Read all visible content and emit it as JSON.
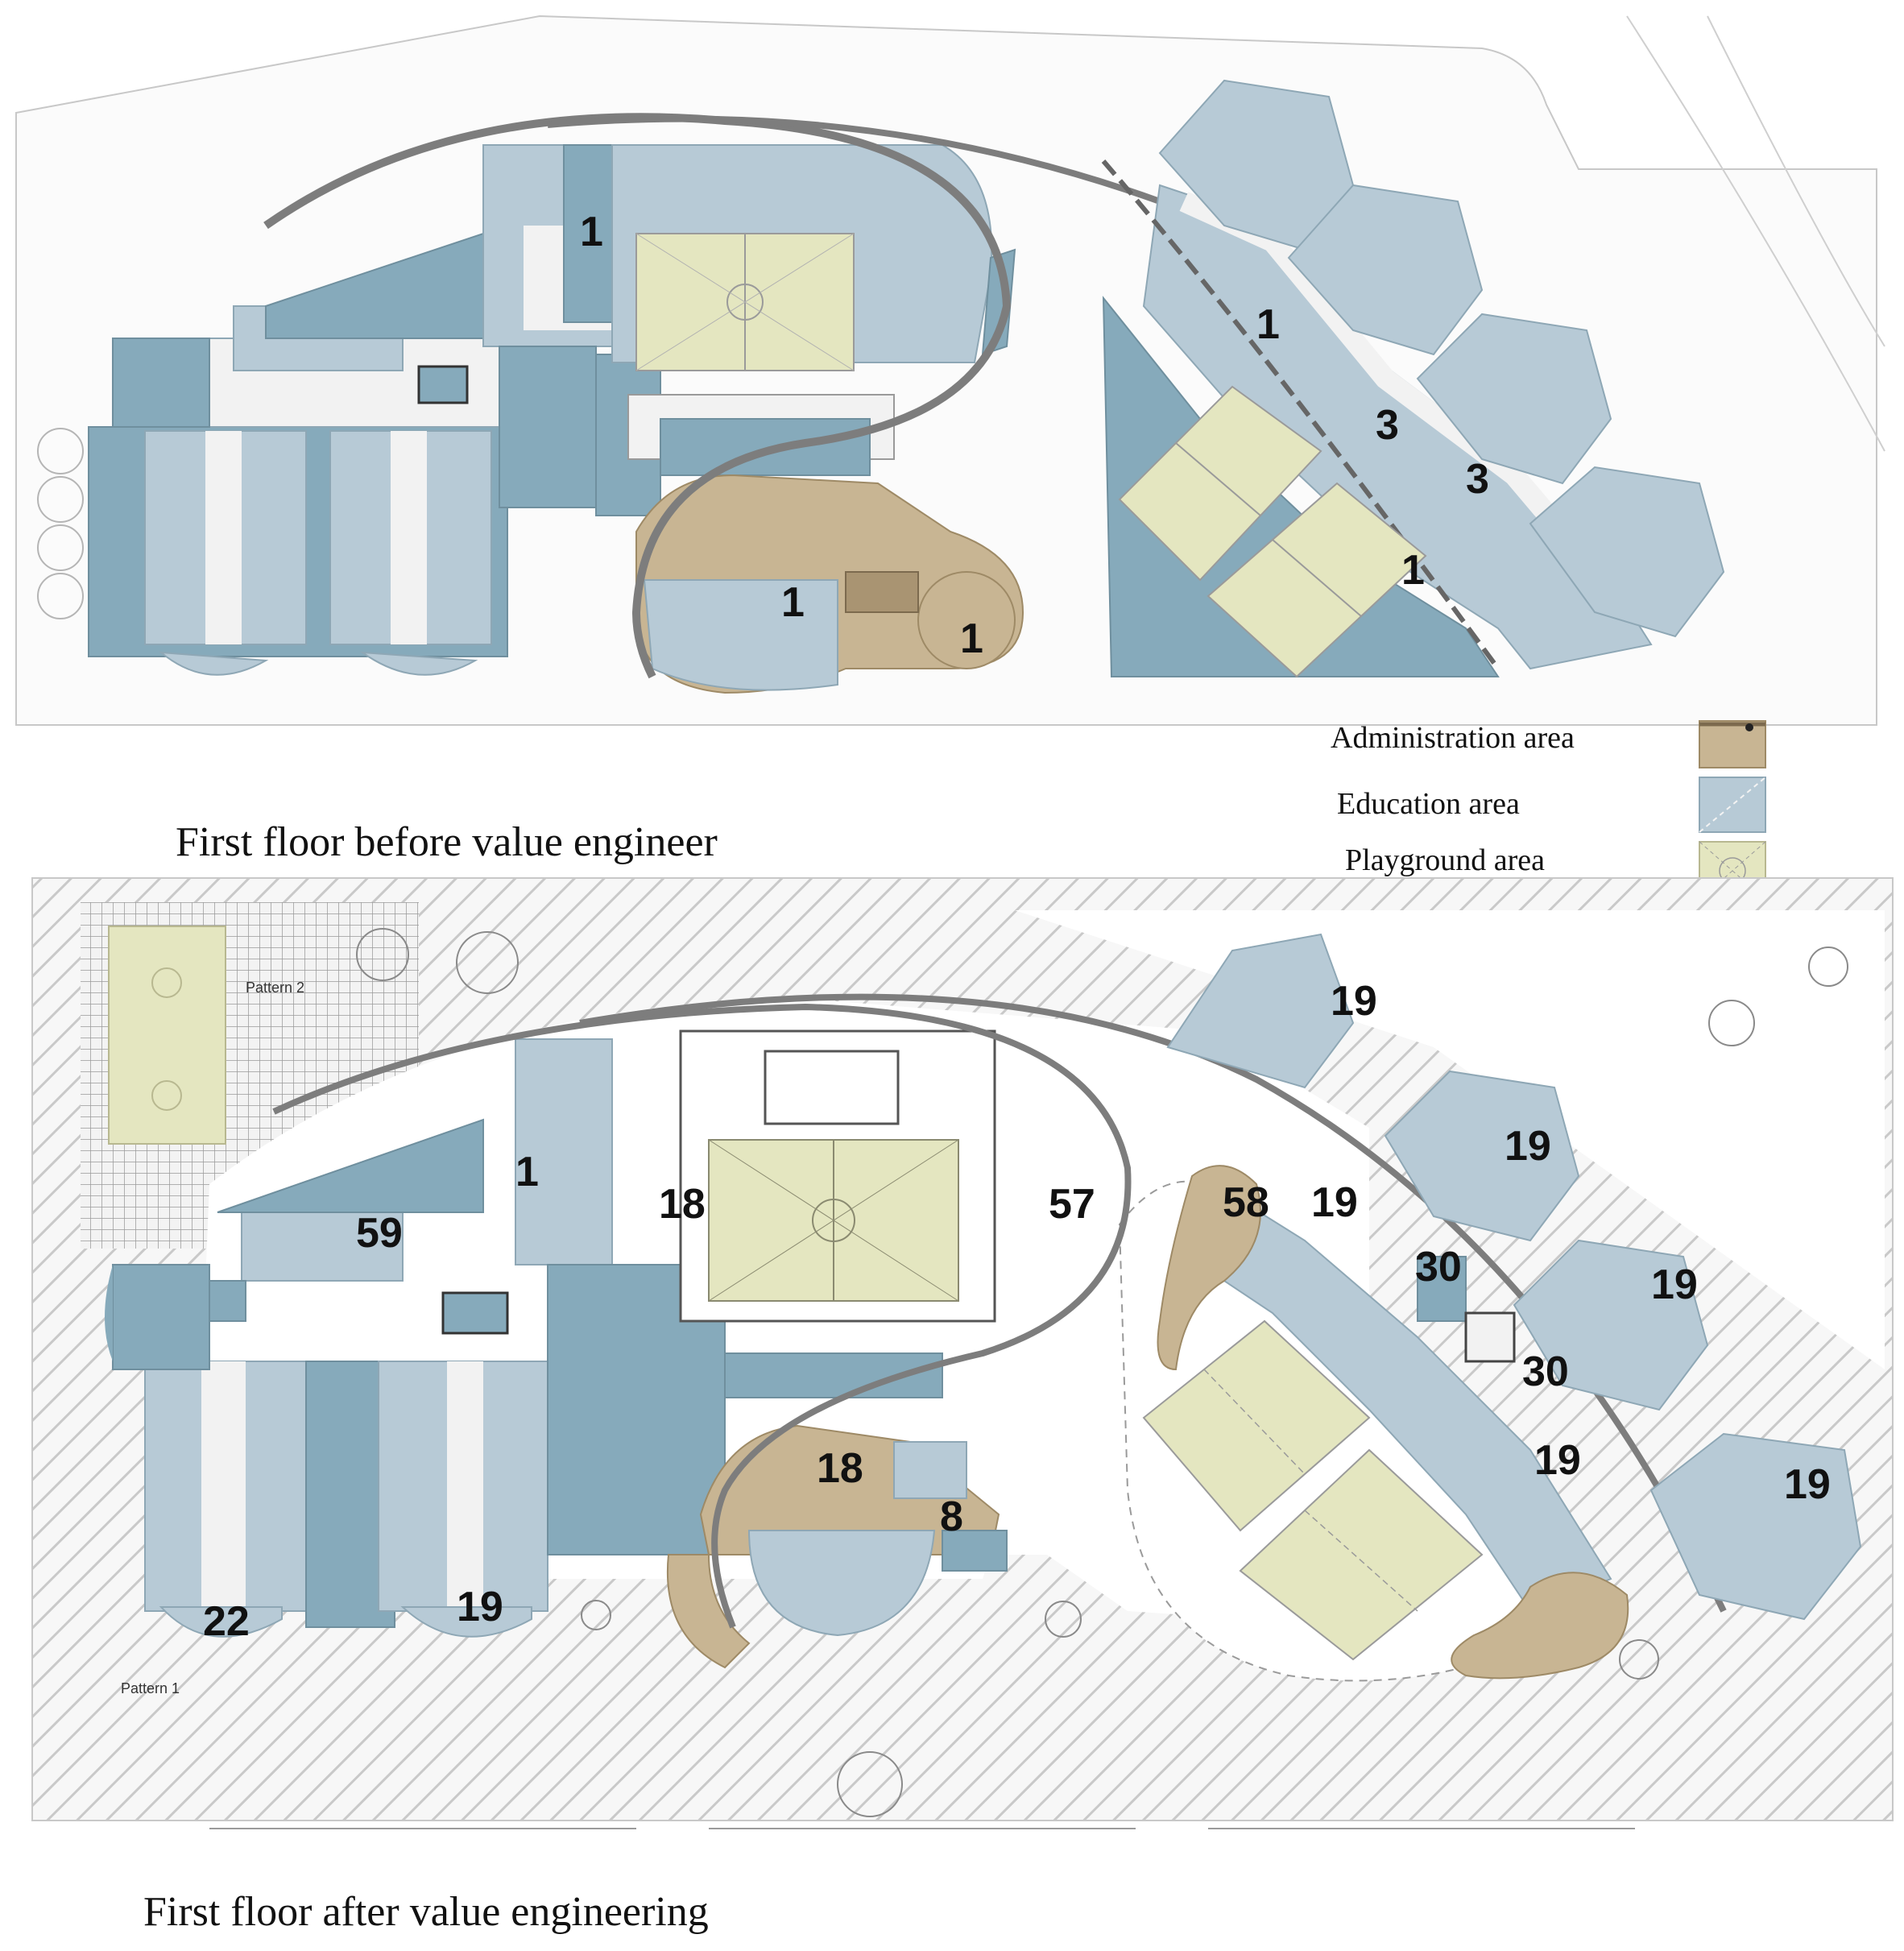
{
  "captions": {
    "top": "First floor before value engineer",
    "bottom": "First floor after value engineering"
  },
  "legend": {
    "items": [
      {
        "label": "Administration area",
        "color": "#c8b593"
      },
      {
        "label": "Education area",
        "color": "#b7cad6"
      },
      {
        "label": "Playground area",
        "color": "#e4e6c0"
      }
    ]
  },
  "pattern_labels": {
    "p1": "Pattern 1",
    "p2": "Pattern 2"
  },
  "colors": {
    "education_light": "#b7cad6",
    "education_dark": "#86aabb",
    "administration": "#c8b593",
    "playground": "#e4e6c0",
    "wall": "#7d7d7d",
    "corridor": "#f2f2f2"
  },
  "top_plan": {
    "numbers": [
      "1",
      "1",
      "3",
      "3",
      "1",
      "1",
      "1"
    ]
  },
  "bottom_plan": {
    "numbers": [
      "19",
      "19",
      "58",
      "19",
      "1",
      "59",
      "18",
      "57",
      "30",
      "19",
      "30",
      "19",
      "19",
      "18",
      "8",
      "22",
      "19"
    ]
  }
}
